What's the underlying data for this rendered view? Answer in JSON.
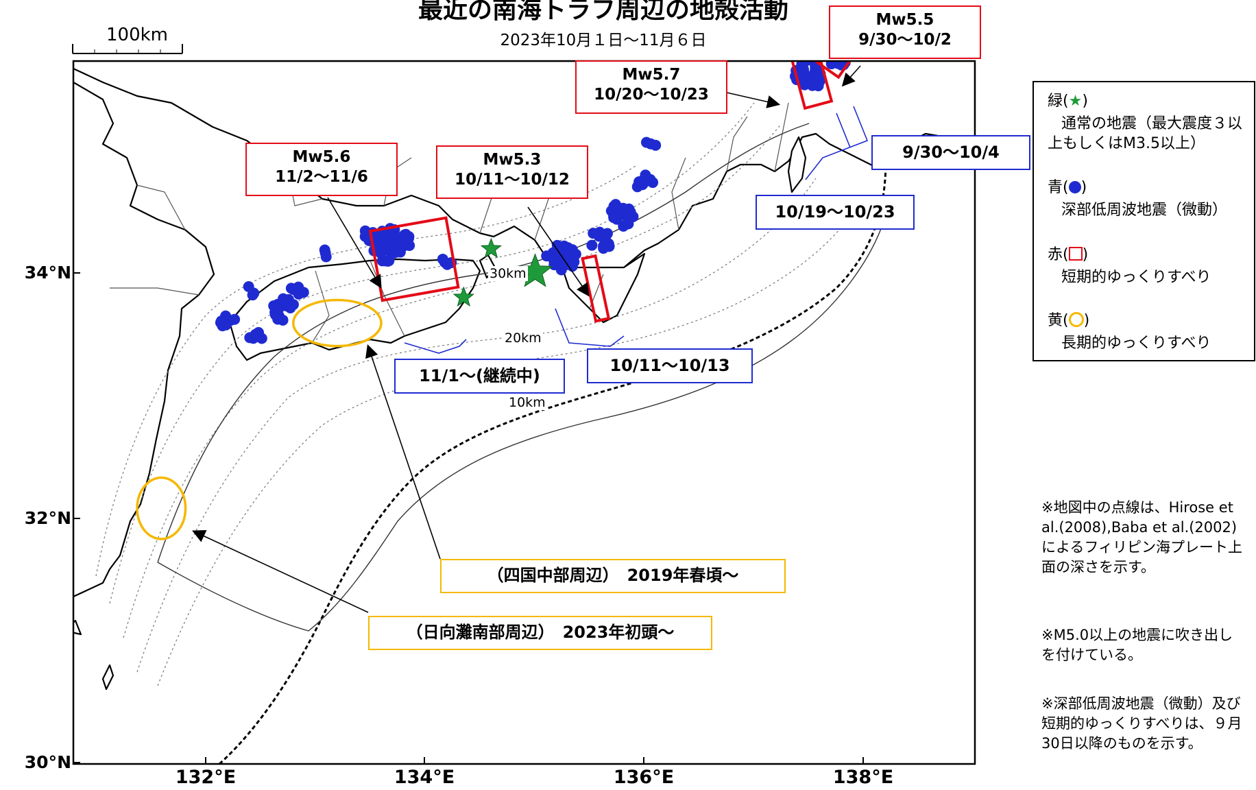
{
  "title": "最近の南海トラフ周辺の地殻活動",
  "subtitle": "2023年10月１日～11月６日",
  "scale_label": "100km",
  "axes": {
    "lat_labels": [
      "34°N",
      "32°N",
      "30°N"
    ],
    "lon_labels": [
      "132°E",
      "134°E",
      "136°E",
      "138°E"
    ]
  },
  "contour_labels": [
    "30km",
    "20km",
    "10km"
  ],
  "callouts": {
    "red_mw55": {
      "mag": "Mw5.5",
      "period": "9/30～10/2"
    },
    "red_mw57": {
      "mag": "Mw5.7",
      "period": "10/20～10/23"
    },
    "red_mw56": {
      "mag": "Mw5.6",
      "period": "11/2～11/6"
    },
    "red_mw53": {
      "mag": "Mw5.3",
      "period": "10/11～10/12"
    },
    "blue_1": "9/30～10/4",
    "blue_2": "10/19～10/23",
    "blue_3": "11/1～(継続中)",
    "blue_4": "10/11～10/13",
    "yellow_1": "（四国中部周辺）　2019年春頃～",
    "yellow_2": "（日向灘南部周辺）　2023年初頭～"
  },
  "legend": {
    "green": {
      "head_a": "緑(",
      "head_b": ")",
      "desc": "通常の地震（最大震度３以上もしくはM3.5以上）",
      "icon": "star-icon"
    },
    "blue": {
      "head_a": "青(",
      "head_b": ")",
      "desc": "深部低周波地震（微動）",
      "icon": "dot-icon"
    },
    "red": {
      "head_a": "赤(",
      "head_b": ")",
      "desc": "短期的ゆっくりすべり",
      "icon": "square-icon"
    },
    "yellow": {
      "head_a": "黄(",
      "head_b": ")",
      "desc": "長期的ゆっくりすべり",
      "icon": "ring-icon"
    }
  },
  "notes": [
    "※地図中の点線は、Hirose et al.(2008),Baba et al.(2002)によるフィリピン海プレート上面の深さを示す。",
    "※M5.0以上の地震に吹き出しを付けている。",
    "※深部低周波地震（微動）及び短期的ゆっくりすべりは、９月30日以降のものを示す。"
  ],
  "colors": {
    "red": "#e30b17",
    "blue": "#1f2bd1",
    "yellow": "#f5b800",
    "green": "#1f9a3a"
  },
  "map_data": {
    "extent": {
      "lon": [
        130.9,
        139.1
      ],
      "lat": [
        29.9,
        35.4
      ]
    },
    "tremor_clusters": [
      {
        "lon": 132.3,
        "lat": 33.35,
        "n": 8,
        "spread": 0.08
      },
      {
        "lon": 132.55,
        "lat": 33.25,
        "n": 6,
        "spread": 0.07
      },
      {
        "lon": 132.8,
        "lat": 33.45,
        "n": 16,
        "spread": 0.12
      },
      {
        "lon": 132.95,
        "lat": 33.6,
        "n": 6,
        "spread": 0.08
      },
      {
        "lon": 132.5,
        "lat": 33.6,
        "n": 3,
        "spread": 0.05
      },
      {
        "lon": 133.2,
        "lat": 33.9,
        "n": 3,
        "spread": 0.05
      },
      {
        "lon": 133.8,
        "lat": 33.95,
        "n": 40,
        "spread": 0.18
      },
      {
        "lon": 133.65,
        "lat": 34.05,
        "n": 10,
        "spread": 0.1
      },
      {
        "lon": 134.3,
        "lat": 33.85,
        "n": 4,
        "spread": 0.06
      },
      {
        "lon": 135.35,
        "lat": 33.85,
        "n": 30,
        "spread": 0.15
      },
      {
        "lon": 135.7,
        "lat": 34.0,
        "n": 12,
        "spread": 0.1
      },
      {
        "lon": 135.9,
        "lat": 34.2,
        "n": 18,
        "spread": 0.12
      },
      {
        "lon": 136.1,
        "lat": 34.45,
        "n": 10,
        "spread": 0.1
      },
      {
        "lon": 136.15,
        "lat": 34.75,
        "n": 3,
        "spread": 0.05
      },
      {
        "lon": 137.6,
        "lat": 35.3,
        "n": 36,
        "spread": 0.14
      },
      {
        "lon": 137.85,
        "lat": 35.4,
        "n": 14,
        "spread": 0.08
      }
    ],
    "earthquakes": [
      {
        "lon": 134.7,
        "lat": 33.93,
        "size": "small"
      },
      {
        "lon": 134.45,
        "lat": 33.55,
        "size": "small"
      },
      {
        "lon": 135.1,
        "lat": 33.75,
        "size": "large"
      }
    ],
    "slow_slip_rects": [
      {
        "lon": 134.0,
        "lat": 33.85,
        "w": 0.7,
        "h": 0.55,
        "rot": -10
      },
      {
        "lon": 135.65,
        "lat": 33.62,
        "w": 0.12,
        "h": 0.5,
        "rot": -12
      },
      {
        "lon": 137.6,
        "lat": 35.3,
        "w": 0.25,
        "h": 0.5,
        "rot": -15
      },
      {
        "lon": 137.85,
        "lat": 35.45,
        "w": 0.25,
        "h": 0.28,
        "rot": 35
      }
    ],
    "long_term_ellipses": [
      {
        "lon": 133.3,
        "lat": 33.35,
        "rx": 0.4,
        "ry": 0.18
      },
      {
        "lon": 131.7,
        "lat": 31.9,
        "rx": 0.22,
        "ry": 0.24
      }
    ]
  }
}
